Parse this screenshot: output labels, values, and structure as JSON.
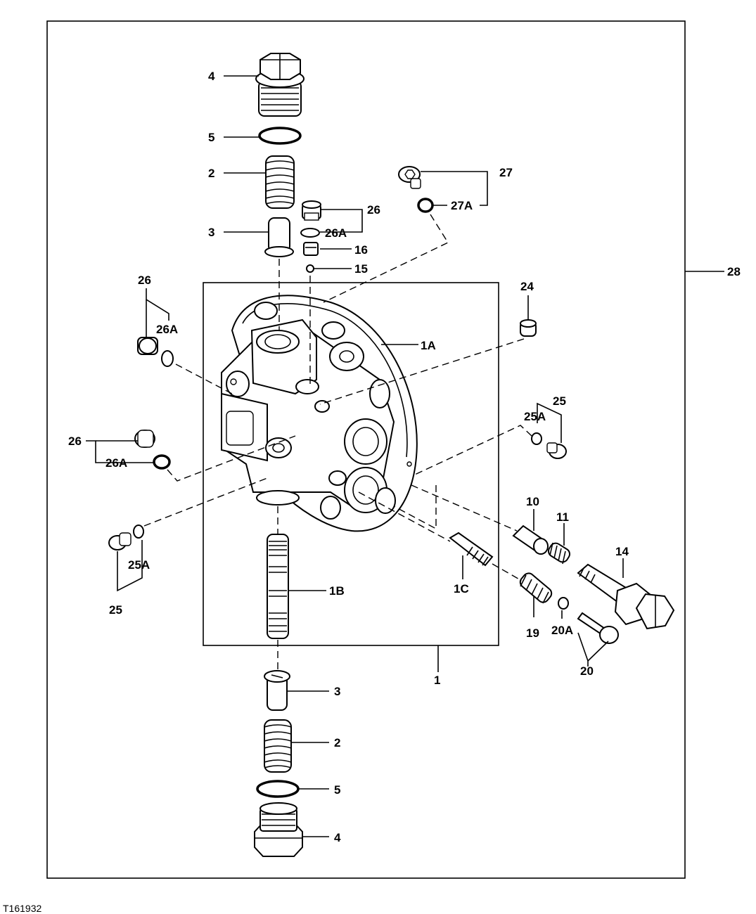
{
  "figure_id": "T161932",
  "callouts": {
    "c_4_top": "4",
    "c_5_top": "5",
    "c_2_top": "2",
    "c_3_top": "3",
    "c_26_top": "26",
    "c_26a_top": "26A",
    "c_16": "16",
    "c_15": "15",
    "c_27": "27",
    "c_27a": "27A",
    "c_28": "28",
    "c_26_left": "26",
    "c_26a_left": "26A",
    "c_1a": "1A",
    "c_24": "24",
    "c_25_right": "25",
    "c_25a_right": "25A",
    "c_26_mid": "26",
    "c_26a_mid": "26A",
    "c_10": "10",
    "c_11": "11",
    "c_14": "14",
    "c_25a_left": "25A",
    "c_25_left": "25",
    "c_1b": "1B",
    "c_1c": "1C",
    "c_19": "19",
    "c_20a": "20A",
    "c_20": "20",
    "c_1": "1",
    "c_3_bot": "3",
    "c_2_bot": "2",
    "c_5_bot": "5",
    "c_4_bot": "4"
  }
}
